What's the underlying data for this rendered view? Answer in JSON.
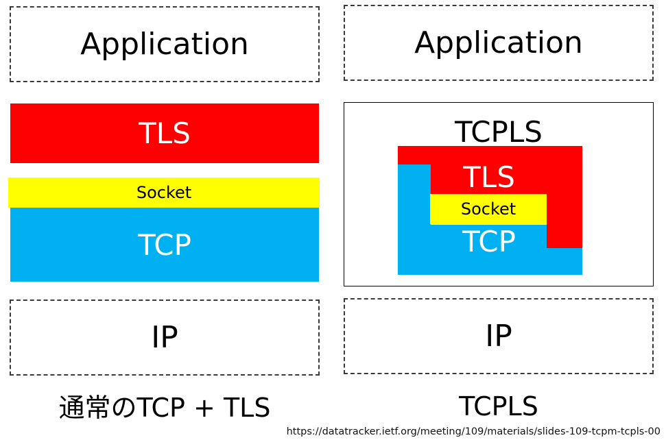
{
  "left_stack": {
    "application": "Application",
    "tls": "TLS",
    "socket": "Socket",
    "tcp": "TCP",
    "ip": "IP",
    "caption": "通常のTCP + TLS"
  },
  "right_stack": {
    "application": "Application",
    "tcpls_title": "TCPLS",
    "tls": "TLS",
    "socket": "Socket",
    "tcp": "TCP",
    "ip": "IP",
    "caption": "TCPLS"
  },
  "colors": {
    "tls": "#ff0000",
    "socket": "#ffff00",
    "tcp": "#00b0f0",
    "dashed_border": "#3a3a3a"
  },
  "source_url": "https://datatracker.ietf.org/meeting/109/materials/slides-109-tcpm-tcpls-00"
}
